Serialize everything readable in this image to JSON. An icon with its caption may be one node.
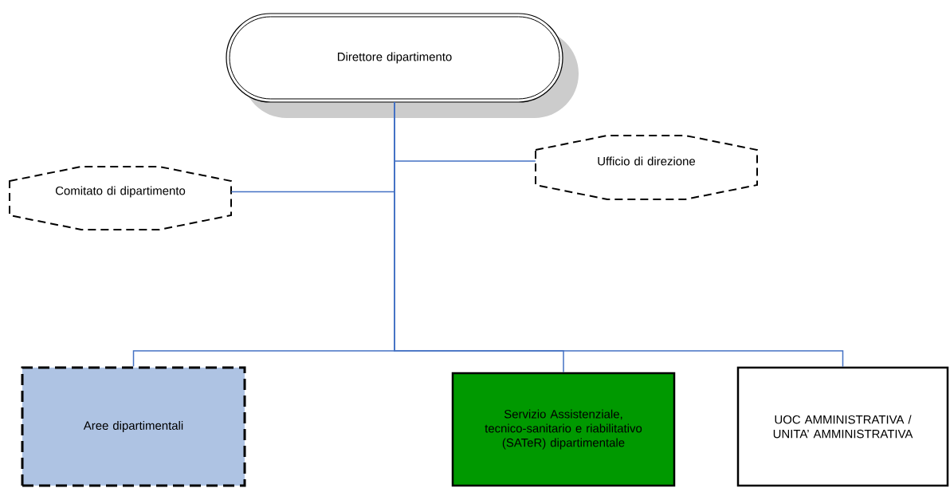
{
  "diagram": {
    "nodes": [
      {
        "text": [
          "Direttore dipartimento"
        ]
      },
      {
        "text": [
          "Ufficio di direzione"
        ]
      },
      {
        "text": [
          "Comitato di dipartimento"
        ]
      },
      {
        "text": [
          "Aree dipartimentali"
        ]
      },
      {
        "text": [
          "Servizio Assistenziale, tecnico-sanitario e riabilitativo (SATeR) dipartimentale"
        ]
      },
      {
        "text": [
          "UOC AMMINISTRATIVA / UNITA’ AMMINISTRATIVA"
        ]
      }
    ],
    "edges": [
      {
        "from": 0,
        "to": 1,
        "arrow": "none"
      },
      {
        "from": 0,
        "to": 2,
        "arrow": "none"
      },
      {
        "from": 0,
        "to": 3,
        "arrow": "none"
      },
      {
        "from": 0,
        "to": 4,
        "arrow": "none"
      },
      {
        "from": 0,
        "to": 5,
        "arrow": "none"
      }
    ]
  }
}
